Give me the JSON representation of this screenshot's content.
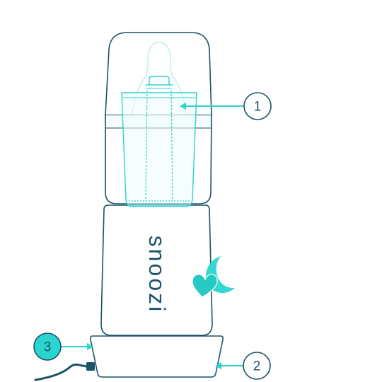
{
  "product": {
    "brand_name": "snoozi"
  },
  "callouts": [
    {
      "label": "1",
      "filled": false
    },
    {
      "label": "2",
      "filled": false
    },
    {
      "label": "3",
      "filled": true
    }
  ],
  "icons": {
    "moon": "crescent-moon-icon",
    "heart": "heart-icon",
    "cable": "power-cable-icon"
  },
  "colors": {
    "outline": "#1b5368",
    "accent": "#2ad4cf",
    "inner_fill": "#eefbfa",
    "moon": "#34d7d1",
    "heart": "#26c9c4",
    "badge_fill": "#2ad4cf"
  }
}
